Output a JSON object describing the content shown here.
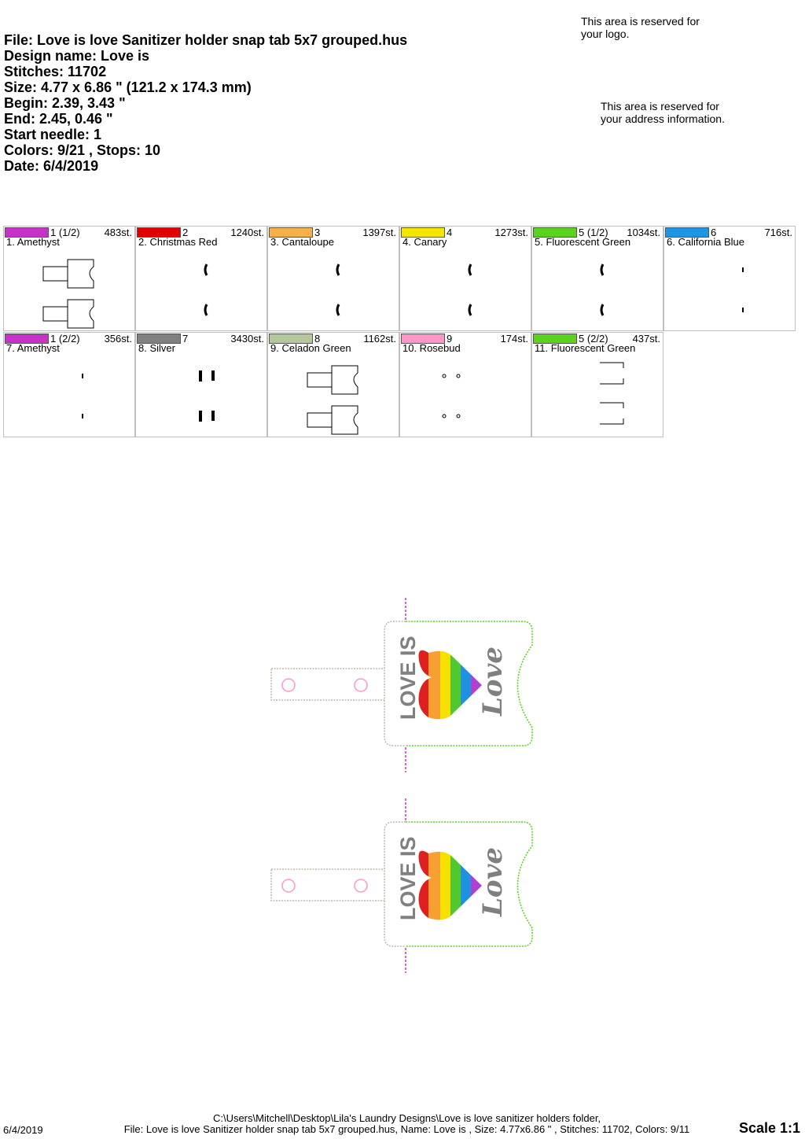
{
  "header": {
    "file": "File: Love is love Sanitizer holder snap tab 5x7 grouped.hus",
    "design_name": "Design name: Love is",
    "stitches": "Stitches: 11702",
    "size": "Size: 4.77 x 6.86 \" (121.2 x 174.3 mm)",
    "begin": "Begin: 2.39, 3.43 \"",
    "end": "End: 2.45, 0.46 \"",
    "start_needle": "Start needle: 1",
    "colors_stops": "Colors: 9/21 , Stops: 10",
    "date": "Date: 6/4/2019"
  },
  "notes": {
    "logo_line1": "This area is reserved for",
    "logo_line2": "your logo.",
    "address_line1": "This area is reserved for",
    "address_line2": "your address information."
  },
  "color_stops": [
    {
      "num": "1 (1/2)",
      "stitches": "483st.",
      "name": "1. Amethyst",
      "color": "#c832c8",
      "thumb": "outline"
    },
    {
      "num": "2",
      "stitches": "1240st.",
      "name": "2. Christmas Red",
      "color": "#e00000",
      "thumb": "mark"
    },
    {
      "num": "3",
      "stitches": "1397st.",
      "name": "3. Cantaloupe",
      "color": "#f5b04a",
      "thumb": "mark"
    },
    {
      "num": "4",
      "stitches": "1273st.",
      "name": "4. Canary",
      "color": "#f5e600",
      "thumb": "mark"
    },
    {
      "num": "5 (1/2)",
      "stitches": "1034st.",
      "name": "5. Fluorescent Green",
      "color": "#5ad21e",
      "thumb": "mark"
    },
    {
      "num": "6",
      "stitches": "716st.",
      "name": "6. California Blue",
      "color": "#1e96e6",
      "thumb": "dot"
    },
    {
      "num": "1 (2/2)",
      "stitches": "356st.",
      "name": "7. Amethyst",
      "color": "#c832c8",
      "thumb": "dot"
    },
    {
      "num": "7",
      "stitches": "3430st.",
      "name": "8. Silver",
      "color": "#808080",
      "thumb": "text"
    },
    {
      "num": "8",
      "stitches": "1162st.",
      "name": "9. Celadon Green",
      "color": "#b4c89c",
      "thumb": "outline"
    },
    {
      "num": "9",
      "stitches": "174st.",
      "name": "10. Rosebud",
      "color": "#ff96c8",
      "thumb": "circles"
    },
    {
      "num": "5 (2/2)",
      "stitches": "437st.",
      "name": "11. Fluorescent Green",
      "color": "#5ad21e",
      "thumb": "bracket"
    }
  ],
  "design": {
    "text_top": "LOVE IS",
    "text_script": "Love",
    "rainbow": [
      "#e02020",
      "#f5a030",
      "#f5e000",
      "#50c830",
      "#2090e0",
      "#b040d0"
    ],
    "outline_color": "#bdb9ad",
    "green_color": "#5ad21e",
    "magenta_color": "#c832c8",
    "pink_color": "#ff96c8",
    "silver_color": "#808080"
  },
  "footer": {
    "date": "6/4/2019",
    "path": "C:\\Users\\Mitchell\\Desktop\\Lila's Laundry Designs\\Love is love sanitizer holders folder,",
    "info": "File: Love is love Sanitizer holder snap tab 5x7 grouped.hus, Name: Love is , Size: 4.77x6.86 \" , Stitches: 11702, Colors: 9/11",
    "scale": "Scale 1:1"
  }
}
